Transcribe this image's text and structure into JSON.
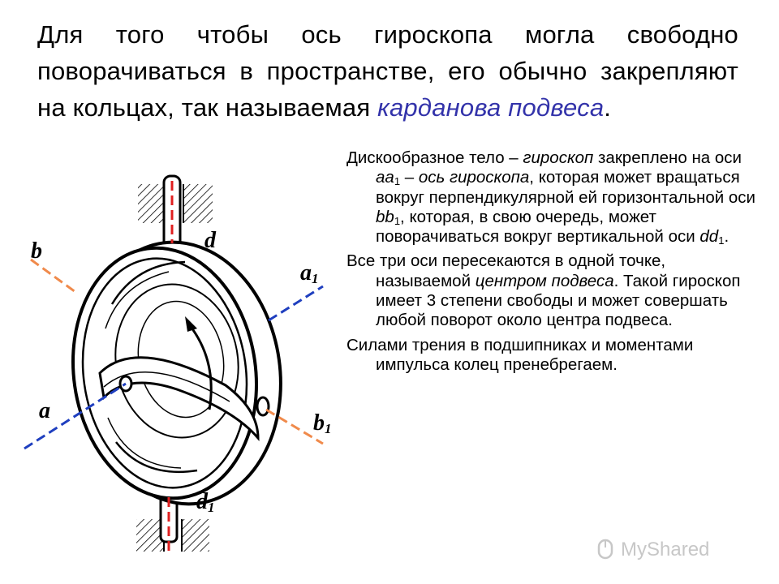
{
  "heading": {
    "text_before": "Для того чтобы ось гироскопа могла свободно поворачиваться в пространстве, его обычно закрепляют на кольцах, так называемая ",
    "accent": "карданова подвеса",
    "text_after": "."
  },
  "paragraph1": {
    "t1": "Дискообразное тело – ",
    "t2": "гироскоп",
    "t3": " закреплено на оси ",
    "t4": "aa",
    "t5": "1",
    "t6": " – ",
    "t7": "ось гироскопа",
    "t8": ", которая может вращаться вокруг перпендикулярной ей горизонтальной оси ",
    "t9": "bb",
    "t10": "1",
    "t11": ", которая, в свою очередь, может поворачиваться вокруг вертикальной оси ",
    "t12": "dd",
    "t13": "1",
    "t14": "."
  },
  "paragraph2": {
    "t1": "Все три оси  пересекаются в одной точке, называемой ",
    "t2": "центром подвеса",
    "t3": ". Такой гироскоп имеет 3 степени свободы и может совершать любой поворот около центра подвеса."
  },
  "paragraph3": {
    "t1": "Силами трения в подшипниках и моментами импульса колец пренебрегаем."
  },
  "diagram_labels": {
    "b": "b",
    "d": "d",
    "a1_base": "a",
    "a1_sub": "1",
    "a": "a",
    "b1_base": "b",
    "b1_sub": "1",
    "d1_base": "d",
    "d1_sub": "1"
  },
  "colors": {
    "axis_b": "#f08a4b",
    "axis_a": "#1f3fbf",
    "axis_d": "#e02020",
    "accent_text": "#3333aa"
  },
  "watermark": {
    "text": "MyShared",
    "icon": "mouse-icon"
  }
}
